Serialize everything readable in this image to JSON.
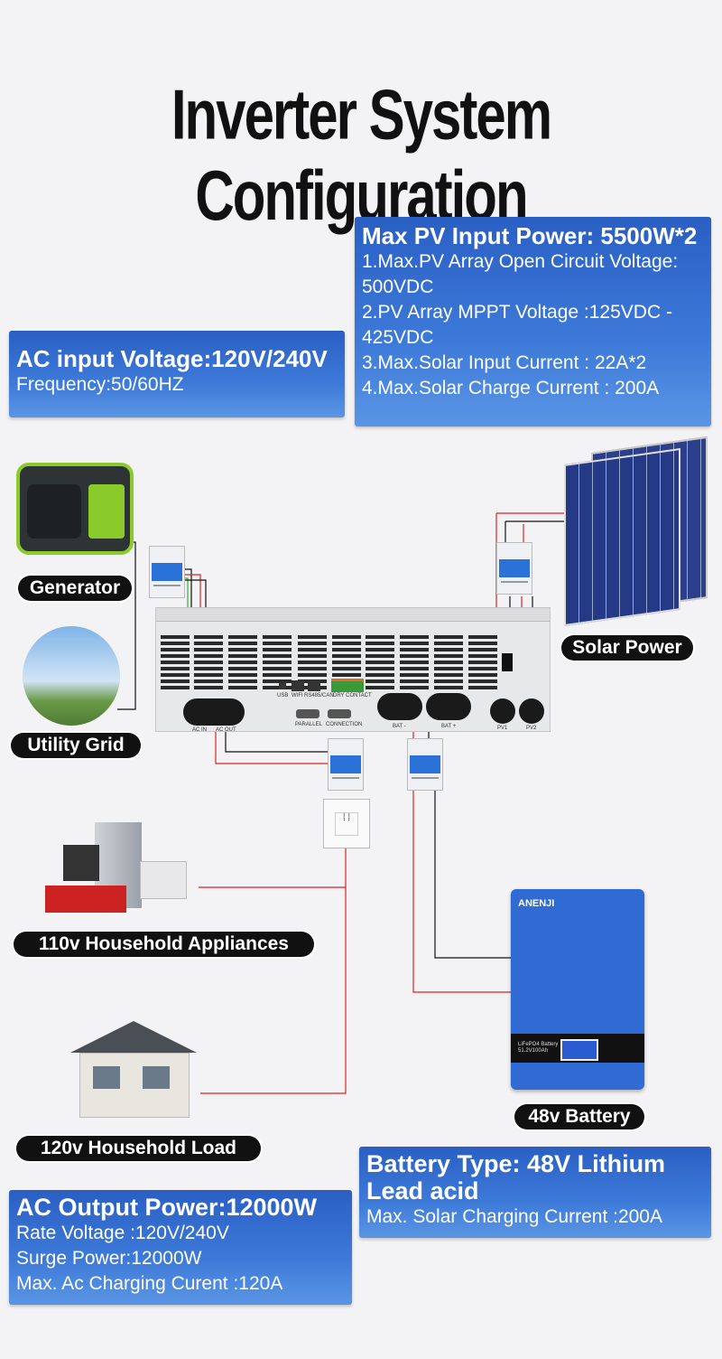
{
  "title": "Inverter System Configuration",
  "ac_input": {
    "heading": "AC input Voltage:120V/240V",
    "lines": [
      "Frequency:50/60HZ"
    ]
  },
  "pv_input": {
    "heading": "Max PV Input Power: 5500W*2",
    "lines": [
      "1.Max.PV Array Open Circuit Voltage:",
      "500VDC",
      "2.PV Array MPPT Voltage :125VDC -",
      "425VDC",
      "3.Max.Solar Input Current : 22A*2",
      "4.Max.Solar Charge  Current : 200A"
    ]
  },
  "labels": {
    "generator": "Generator",
    "utility_grid": "Utility Grid",
    "solar_power": "Solar Power",
    "appliances": "110v Household Appliances",
    "household_load": "120v Household Load",
    "battery": "48v Battery"
  },
  "inverter_ports": {
    "ac_in": "AC IN",
    "ac_out": "AC OUT",
    "usb": "USB",
    "wifi": "WIFI",
    "rs485": "RS485/CAN",
    "dry": "DRY CONTACT",
    "parallel": "PARALLEL",
    "connection": "CONNECTION",
    "bat_neg": "BAT -",
    "bat_pos": "BAT +",
    "pv1": "PV1",
    "pv2": "PV2"
  },
  "battery_unit": {
    "brand": "ANENJI",
    "model_line1": "LiFePO4 Battery",
    "model_line2": "51.2V100Ah"
  },
  "ac_output": {
    "heading": "AC Output Power:12000W",
    "lines": [
      "Rate Voltage :120V/240V",
      "Surge Power:12000W",
      "Max. Ac Charging Curent :120A"
    ]
  },
  "battery_type": {
    "heading_line1": "Battery Type: 48V Lithium",
    "heading_line2": "Lead acid",
    "lines": [
      "Max. Solar Charging Current :200A"
    ]
  }
}
